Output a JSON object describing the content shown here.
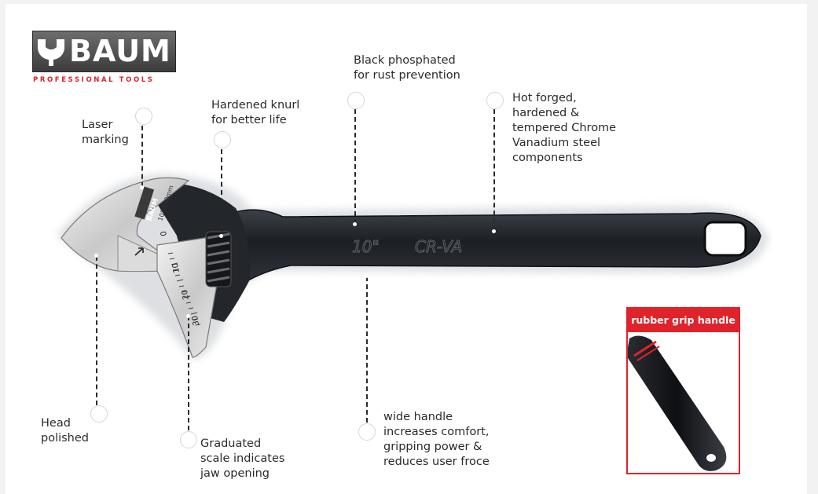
{
  "brand": {
    "name": "BAUM",
    "tagline": "PROFESSIONAL TOOLS",
    "accent_color": "#d9232a"
  },
  "product": {
    "engraving_size": "10\"",
    "engraving_material": "CR-VA",
    "head_stamp_brand": "BAUM",
    "head_stamp_size": "10\"/250mm",
    "scale_marks": [
      "0",
      "10",
      "20",
      "30"
    ]
  },
  "callouts": [
    {
      "label": "Laser\nmarking"
    },
    {
      "label": "Hardened knurl\nfor better life"
    },
    {
      "label": "Black phosphated\nfor rust prevention"
    },
    {
      "label": "Hot forged,\nhardened &\ntempered Chrome\nVanadium steel\ncomponents"
    },
    {
      "label": "Head\npolished"
    },
    {
      "label": "Graduated\nscale indicates\njaw opening"
    },
    {
      "label": "wide handle\nincreases comfort,\ngripping power &\nreduces user froce"
    }
  ],
  "inset": {
    "title": "rubber grip handle"
  }
}
